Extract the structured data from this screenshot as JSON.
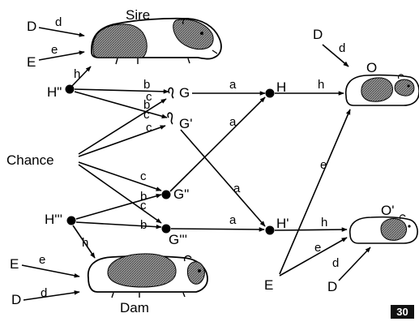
{
  "figure": {
    "number": "30",
    "animal_labels": {
      "sire": "Sire",
      "dam": "Dam",
      "offspring_o": "O",
      "offspring_o_prime": "O'"
    },
    "factor_labels": {
      "chance": "Chance",
      "sire_d": "D",
      "sire_e": "E",
      "dam_e": "E",
      "dam_d": "D",
      "offspring_d_top": "D",
      "offspring_e_bottom": "E",
      "offspring_d_bottom": "D"
    },
    "node_labels": {
      "h_double": "H\"",
      "h_triple": "H'''",
      "g": "G",
      "g_prime": "G'",
      "g_double": "G\"",
      "g_triple": "G'''",
      "h": "H",
      "h_prime": "H'"
    },
    "path_labels": {
      "sire_d": "d",
      "sire_e": "e",
      "sire_h": "h",
      "hdd_g_b": "b",
      "hdd_gp_b": "b",
      "hdd_gp_c": "c",
      "ch_g_c": "c",
      "ch_gp_c": "c",
      "ch_gdd_c": "c",
      "ch_gttt_c": "c",
      "httt_gdd_b": "b",
      "httt_gttt_b": "b",
      "dam_h": "h",
      "g_h_a": "a",
      "gdd_h_a": "a",
      "gp_hp_a": "a",
      "gttt_hp_a": "a",
      "h_o_h": "h",
      "hp_op_h": "h",
      "d_o_d": "d",
      "e_o_e": "e",
      "e_op_e": "e",
      "d_op_d": "d",
      "dam_e": "e",
      "dam_d": "d"
    }
  }
}
